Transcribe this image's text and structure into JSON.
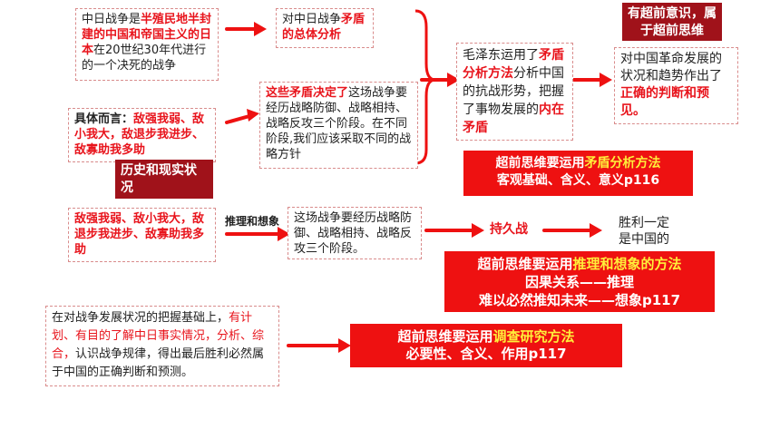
{
  "box1": {
    "p1": "中日战争是",
    "p2": "半殖民地半封建的中国和帝国主义的日本",
    "p3": "在20世纪30年代进行的一个决死的战争"
  },
  "box2": {
    "p1": "对中日战争",
    "p2": "矛盾的总体分析"
  },
  "box3": {
    "p1": "具体而言：",
    "p2": "敌强我弱、敌小我大，敌退步我进步、敌寡助我多助"
  },
  "box4": {
    "p1": "这些矛盾决定了",
    "p2": "这场战争要经历战略防御、战略相持、战略反攻三个阶段。在不同阶段,我们应该采取不同的战略方针"
  },
  "box5": {
    "p1": "毛泽东运用了",
    "p2": "矛盾分析方法",
    "p3": "分析中国的抗战形势，把握了事物发展的",
    "p4": "内在矛盾"
  },
  "tag_forward": "有超前意识，属于超前思维",
  "box6": {
    "p1": "对中国革命发展的状况和趋势作出了",
    "p2": "正确的判断和预见。"
  },
  "banner1": {
    "l1a": "超前思维要运用",
    "l1b": "矛盾分析方法",
    "l2": "客观基础、含义、意义p116"
  },
  "tag_history": "历史和现实状况",
  "box7": "敌强我弱、敌小我大，敌退步我进步、敌寡助我多助",
  "label_infer": "推理和想象",
  "box8": "这场战争要经历战略防御、战略相持、战略反攻三个阶段。",
  "label_prolonged": "持久战",
  "label_victory": "胜利一定是中国的",
  "banner2": {
    "l1a": "超前思维要运用",
    "l1b": "推理和想象的方法",
    "l2": "因果关系——推理",
    "l3": "难以必然推知未来——想象p117"
  },
  "box9": {
    "p1": "在对战争发展状况的把握基础上，",
    "p2": "有计划、有目的了解中日事实情况，分析、综合，",
    "p3": "认识战争规律，得出最后胜利必然属于中国的正确判断和预测。"
  },
  "banner3": {
    "l1a": "超前思维要运用",
    "l1b": "调查研究方法",
    "l2": "必要性、含义、作用p117"
  },
  "colors": {
    "accent": "#e8141c",
    "banner": "#ee1111",
    "tag": "#a0121a",
    "highlight": "#ffef3a"
  }
}
